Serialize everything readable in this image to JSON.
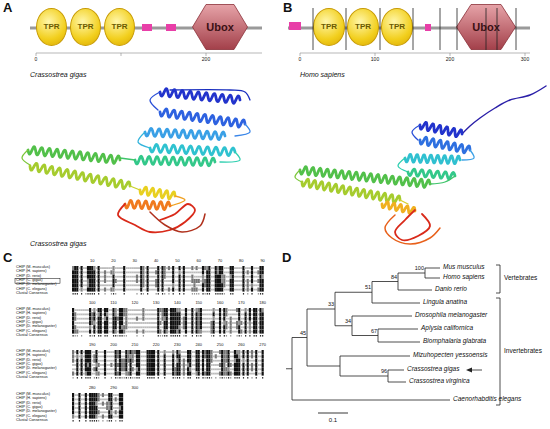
{
  "diagram": {
    "nodes": [
      {
        "text": [
          "TPR"
        ]
      },
      {
        "text": [
          "TPR"
        ]
      },
      {
        "text": [
          "TPR"
        ]
      },
      {
        "text": [
          "Ubox"
        ]
      },
      {
        "text": [
          "TPR"
        ]
      },
      {
        "text": [
          "TPR"
        ]
      },
      {
        "text": [
          "TPR"
        ]
      },
      {
        "text": [
          "Ubox"
        ]
      }
    ],
    "labels": [
      "A",
      "0",
      "200",
      "Crassostrea gigas",
      "Crassostrea gigas",
      "B",
      "0",
      "100",
      "200",
      "300",
      "Homo sapiens",
      "C",
      "10",
      "20",
      "30",
      "40",
      "50",
      "60",
      "70",
      "80",
      "90",
      "CHIP (M. musculus)",
      "CHIP (H. sapiens)",
      "CHIP (D. rerio)",
      "CHIP (C. gigas)",
      "CHIP (D. melanogaster)",
      "CHIP (C. elegans)",
      "Clustal Consensus",
      "100",
      "110",
      "120",
      "130",
      "140",
      "150",
      "160",
      "170",
      "180",
      "CHIP (M. musculus)",
      "CHIP (H. sapiens)",
      "CHIP (D. rerio)",
      "CHIP (C. gigas)",
      "CHIP (D. melanogaster)",
      "CHIP (C. elegans)",
      "Clustal Consensus",
      "190",
      "200",
      "210",
      "220",
      "230",
      "240",
      "250",
      "260",
      "270",
      "CHIP (M. musculus)",
      "CHIP (H. sapiens)",
      "CHIP (D. rerio)",
      "CHIP (C. gigas)",
      "CHIP (D. melanogaster)",
      "CHIP (C. elegans)",
      "Clustal Consensus",
      "280",
      "290",
      "300",
      "CHIP (M. musculus)",
      "CHIP (H. sapiens)",
      "CHIP (D. rerio)",
      "CHIP (C. gigas)",
      "CHIP (D. melanogaster)",
      "CHIP (C. elegans)",
      "Clustal Consensus",
      "D",
      "Mus musculus",
      "Homo sapiens",
      "Danio rerio",
      "Lingula anatina",
      "Drosophila melanogaster",
      "Aplysia californica",
      "Biomphalaria glabrata",
      "Mizuhopecten yessoensis",
      "Crassostrea gigas",
      "Crassostrea virginica",
      "Caenorhabditis elegans",
      "100",
      "84",
      "51",
      "33",
      "45",
      "34",
      "67",
      "96",
      "Vertebrates",
      "Invertebrates",
      "0.1"
    ]
  }
}
